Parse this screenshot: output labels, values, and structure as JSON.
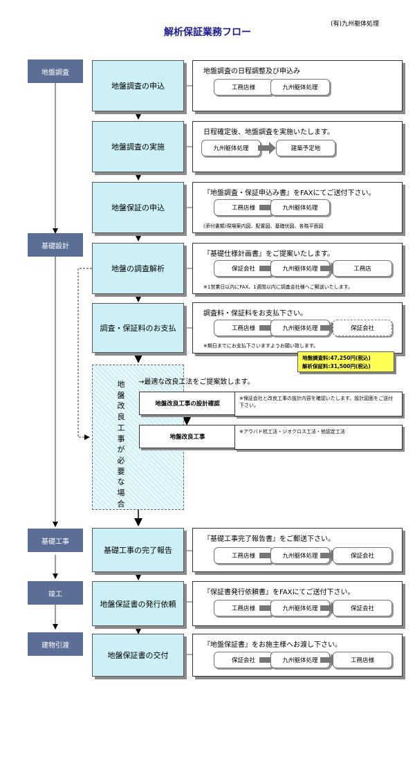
{
  "title": "解析保証業務フロー",
  "company": "(有)九州躯体処理",
  "phases": {
    "survey": "地盤調査",
    "design": "基礎設計",
    "construction": "基礎工事",
    "completion": "竣工",
    "handover": "建物引渡"
  },
  "steps": {
    "s1": "地盤調査の申込",
    "s2": "地盤調査の実施",
    "s3": "地盤保証の申込",
    "s4": "地盤の調査解析",
    "s5": "調査・保証料のお支払",
    "s6": "基礎工事の完了報告",
    "s7": "地盤保証書の発行依頼",
    "s8": "地盤保証書の交付"
  },
  "details": {
    "d1": {
      "title": "地盤調査の日程調整及び申込み",
      "chips": [
        "工務店様",
        "九州躯体処理"
      ]
    },
    "d2": {
      "title": "日程確定後、地盤調査を実施いたします。",
      "chips": [
        "九州躯体処理",
        "建築予定地"
      ]
    },
    "d3": {
      "title": "『地盤調査・保証申込み書』をFAXにてご送付下さい。",
      "chips": [
        "工務店様",
        "九州躯体処理"
      ],
      "note": "(添付書類)現場案内図、配置図、基礎伏図、各階平面図"
    },
    "d4": {
      "title": "『基礎仕様計画書』をご提案いたします。",
      "chips": [
        "保証会社",
        "九州躯体処理",
        "工務店"
      ],
      "note": "※1営業日以内にFAX、1週間以内に調査会社様へご郵送いたします。"
    },
    "d5": {
      "title": "調査料・保証料をお支払下さい。",
      "chips": [
        "工務店様",
        "九州躯体処理",
        "保証会社"
      ],
      "note": "※期日までにお支払下さいますようお願い致します。"
    },
    "d6": {
      "title": "『基礎工事完了報告書』をご郵送下さい。",
      "chips": [
        "工務店様",
        "九州躯体処理",
        "保証会社"
      ]
    },
    "d7": {
      "title": "『保証書発行依頼書』をFAXにてご送付下さい。",
      "chips": [
        "工務店様",
        "九州躯体処理",
        "保証会社"
      ]
    },
    "d8": {
      "title": "『地盤保証書』をお施主様へお渡し下さい。",
      "chips": [
        "保証会社",
        "九州躯体処理",
        "工務店様"
      ]
    }
  },
  "fees": {
    "line1": "地盤調査料:47,250円(税込)",
    "line2": "解析保証料:31,500円(税込)"
  },
  "improvement": {
    "vertical": "地盤改良工事が必要な場合",
    "heading": "→最適な改良工法をご提案致します。",
    "box1": "地盤改良工事の設計確認",
    "note1": "※保証会社と改良工事の設計内容を確認いたします。設計図面をご送付下さい。",
    "box2": "地盤改良工事",
    "note2": "※アウバド杭工法・ジオクロス工法・他認定工法"
  }
}
